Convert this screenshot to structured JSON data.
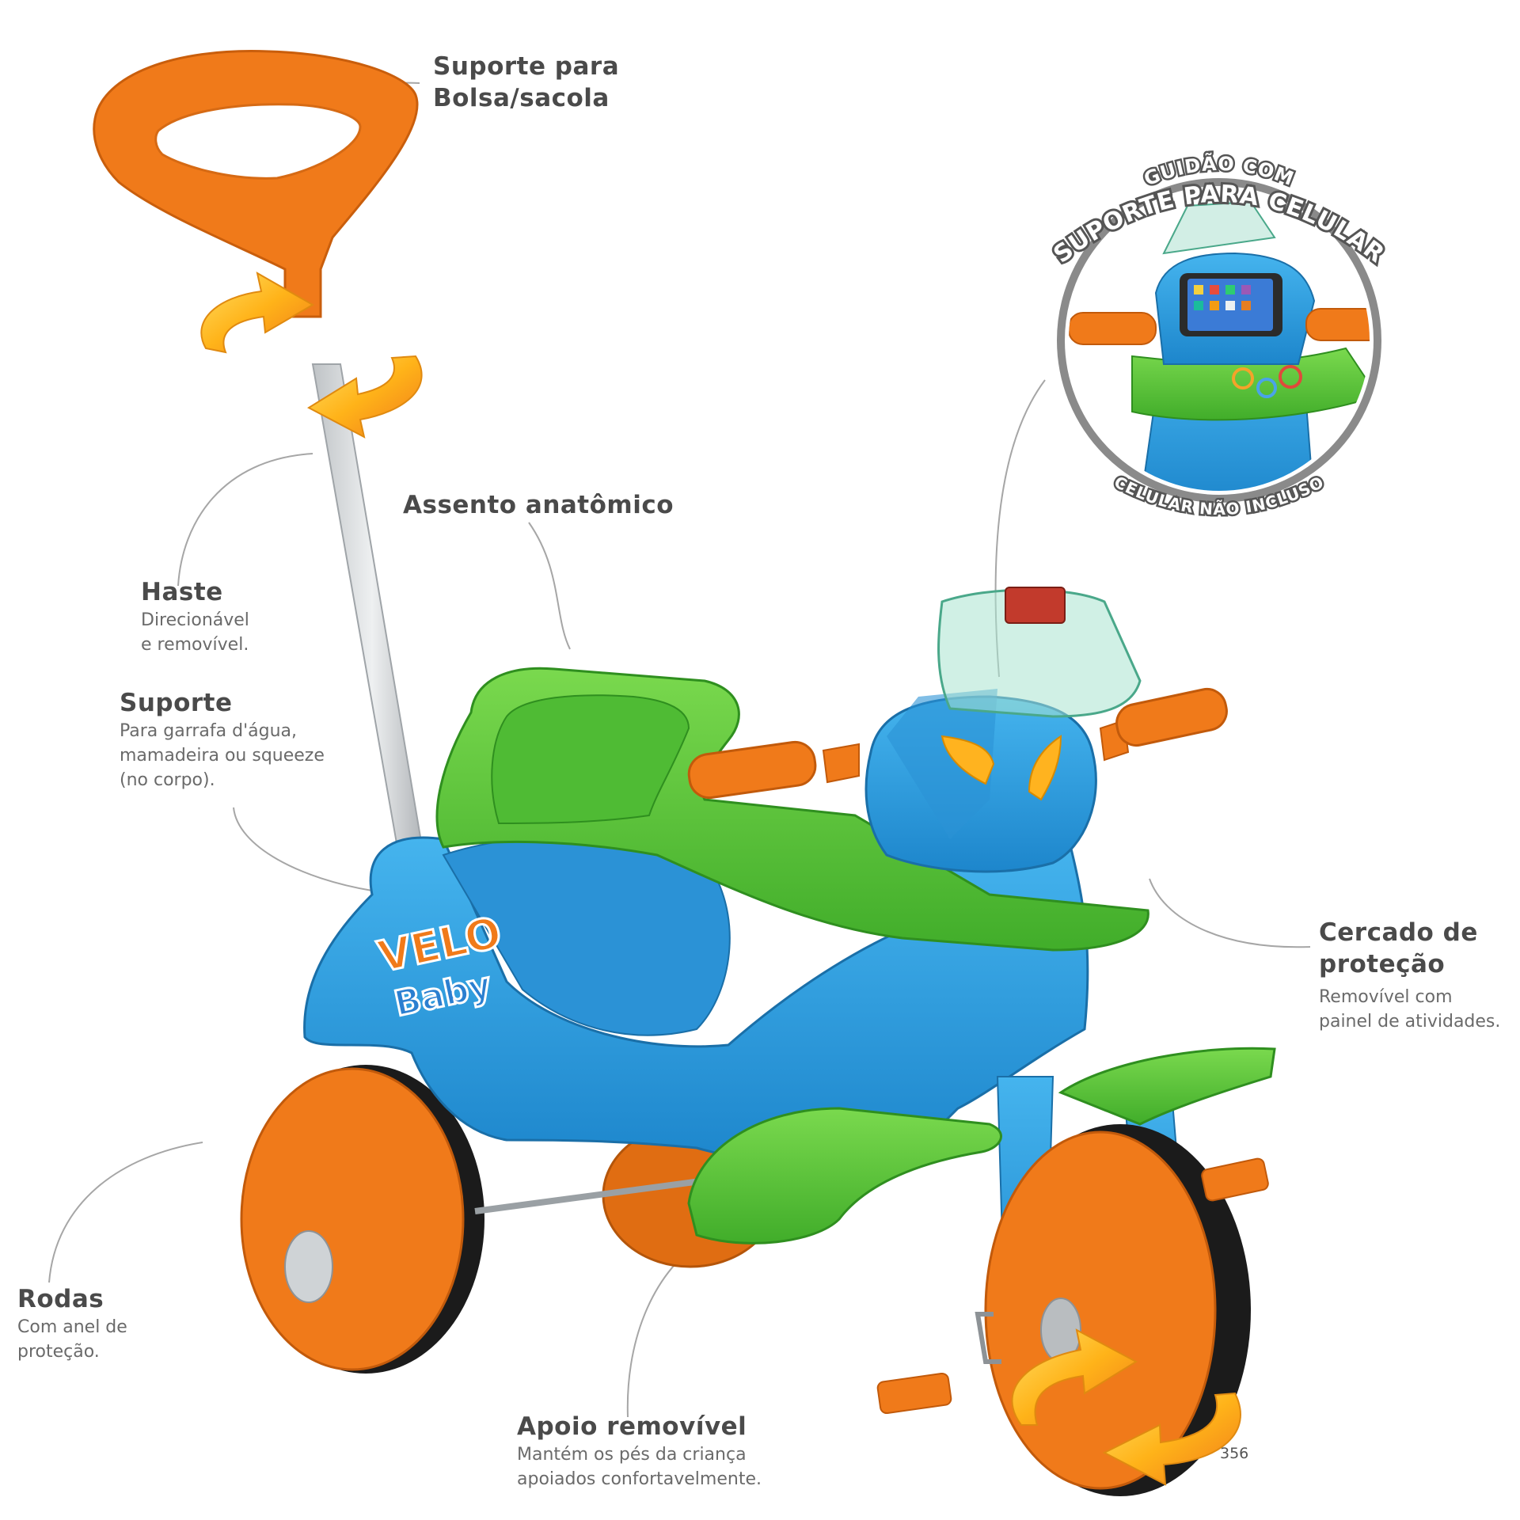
{
  "labels": {
    "bag_holder": {
      "title1": "Suporte para",
      "title2": "Bolsa/sacola"
    },
    "handle": {
      "title": "Haste",
      "desc1": "Direcionável",
      "desc2": "e removível."
    },
    "bottle_holder": {
      "title": "Suporte",
      "desc1": "Para garrafa d'água,",
      "desc2": "mamadeira ou squeeze",
      "desc3": "(no corpo)."
    },
    "seat": {
      "title": "Assento anatômico"
    },
    "guard": {
      "title1": "Cercado de",
      "title2": "proteção",
      "desc1": "Removível com",
      "desc2": "painel de atividades."
    },
    "wheels": {
      "title": "Rodas",
      "desc1": "Com anel de",
      "desc2": "proteção."
    },
    "footrest": {
      "title": "Apoio removível",
      "desc1": "Mantém os pés da criança",
      "desc2": "apoiados confortavelmente."
    }
  },
  "badge": {
    "top1": "GUIDÃO COM",
    "top2": "SUPORTE PARA CELULAR",
    "bottom": "CELULAR NÃO INCLUSO"
  },
  "logo": {
    "line1": "VELO",
    "line2": "Baby"
  },
  "page_number": "356",
  "colors": {
    "orange": "#f07a1a",
    "blue": "#2f9fe0",
    "green": "#5cc93c",
    "text": "#4a4a4a",
    "callout_line": "#9a9a9a",
    "arrow_yellow": "#ffc21a"
  }
}
